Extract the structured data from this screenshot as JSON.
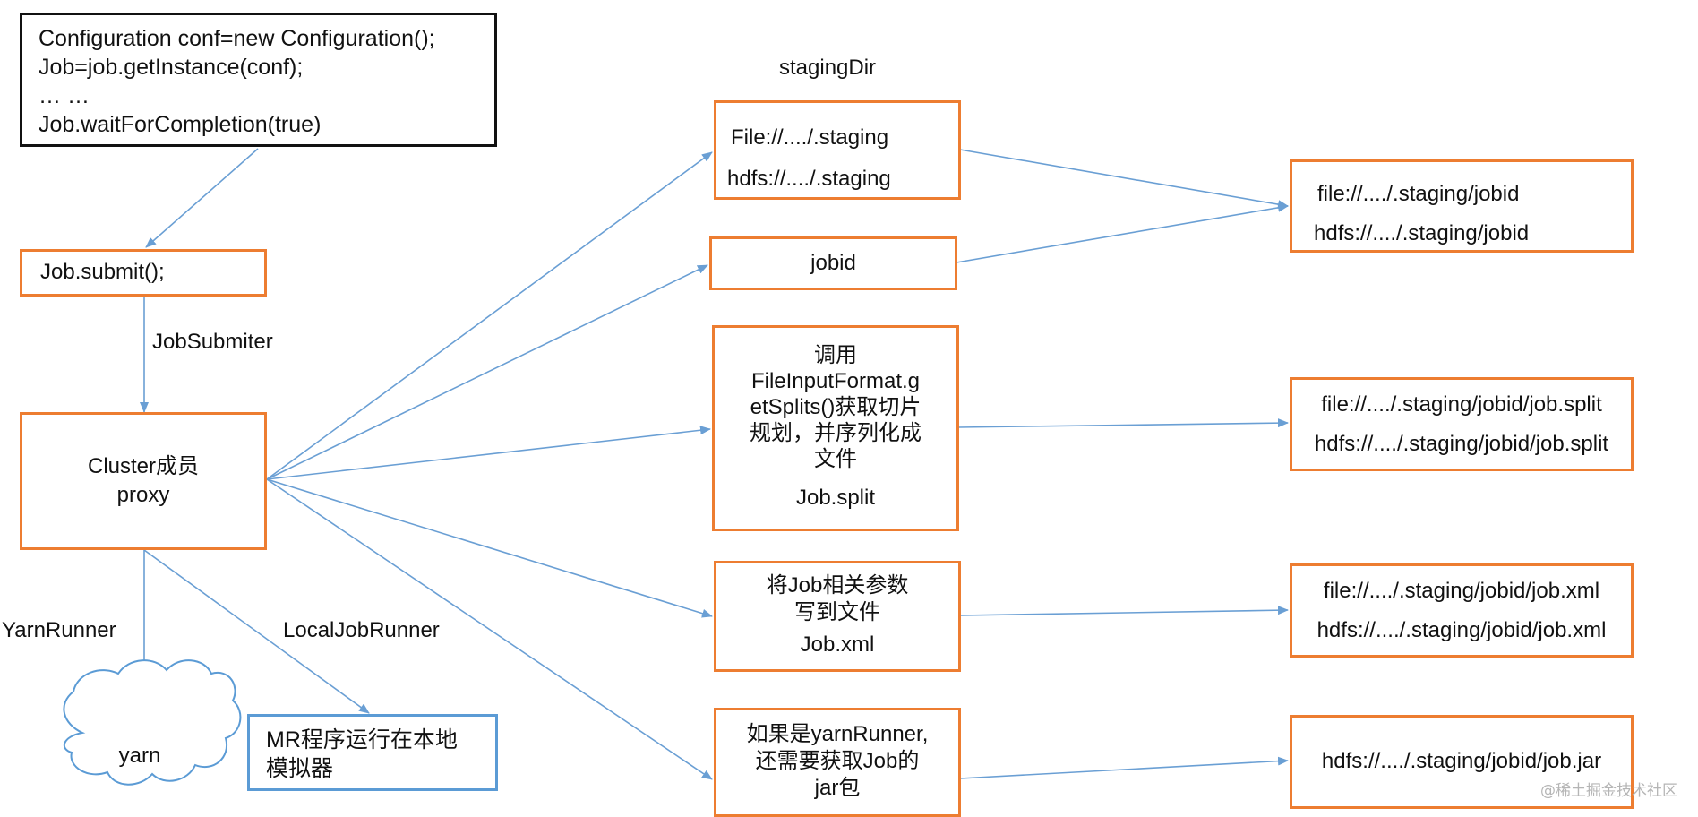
{
  "code_box": {
    "lines": [
      "Configuration conf=new Configuration();",
      "Job=job.getInstance(conf);",
      "… …",
      "Job.waitForCompletion(true)"
    ]
  },
  "submit_box": {
    "text": "Job.submit();"
  },
  "label_jobsubmiter": "JobSubmiter",
  "cluster_box": {
    "lines": [
      "Cluster成员",
      "proxy"
    ]
  },
  "label_yarnrunner": "YarnRunner",
  "label_localjobrunner": "LocalJobRunner",
  "yarn_cloud": {
    "text": "yarn"
  },
  "local_box": {
    "lines": [
      "MR程序运行在本地",
      "模拟器"
    ]
  },
  "label_stagingdir": "stagingDir",
  "staging_box": {
    "lines": [
      "File://..../.staging",
      "hdfs://..../.staging"
    ]
  },
  "jobid_box": {
    "text": "jobid"
  },
  "split_box": {
    "lines": [
      "调用",
      "FileInputFormat.g",
      "etSplits()获取切片",
      "规划，并序列化成",
      "文件"
    ],
    "file": "Job.split"
  },
  "xml_box": {
    "lines": [
      "将Job相关参数",
      "写到文件"
    ],
    "file": "Job.xml"
  },
  "jar_box": {
    "lines": [
      "如果是yarnRunner,",
      "还需要获取Job的",
      "jar包"
    ]
  },
  "out_jobid": {
    "lines": [
      "file://..../.staging/jobid",
      "hdfs://..../.staging/jobid"
    ]
  },
  "out_split": {
    "lines": [
      "file://..../.staging/jobid/job.split",
      "hdfs://..../.staging/jobid/job.split"
    ]
  },
  "out_xml": {
    "lines": [
      "file://..../.staging/jobid/job.xml",
      "hdfs://..../.staging/jobid/job.xml"
    ]
  },
  "out_jar": {
    "lines": [
      "hdfs://..../.staging/jobid/job.jar"
    ]
  },
  "watermark": "@稀土掘金技术社区",
  "colors": {
    "orange_border": "#ED7D31",
    "blue_border": "#5B9BD5",
    "arrow": "#6A9FD4",
    "black_border": "#111111"
  }
}
